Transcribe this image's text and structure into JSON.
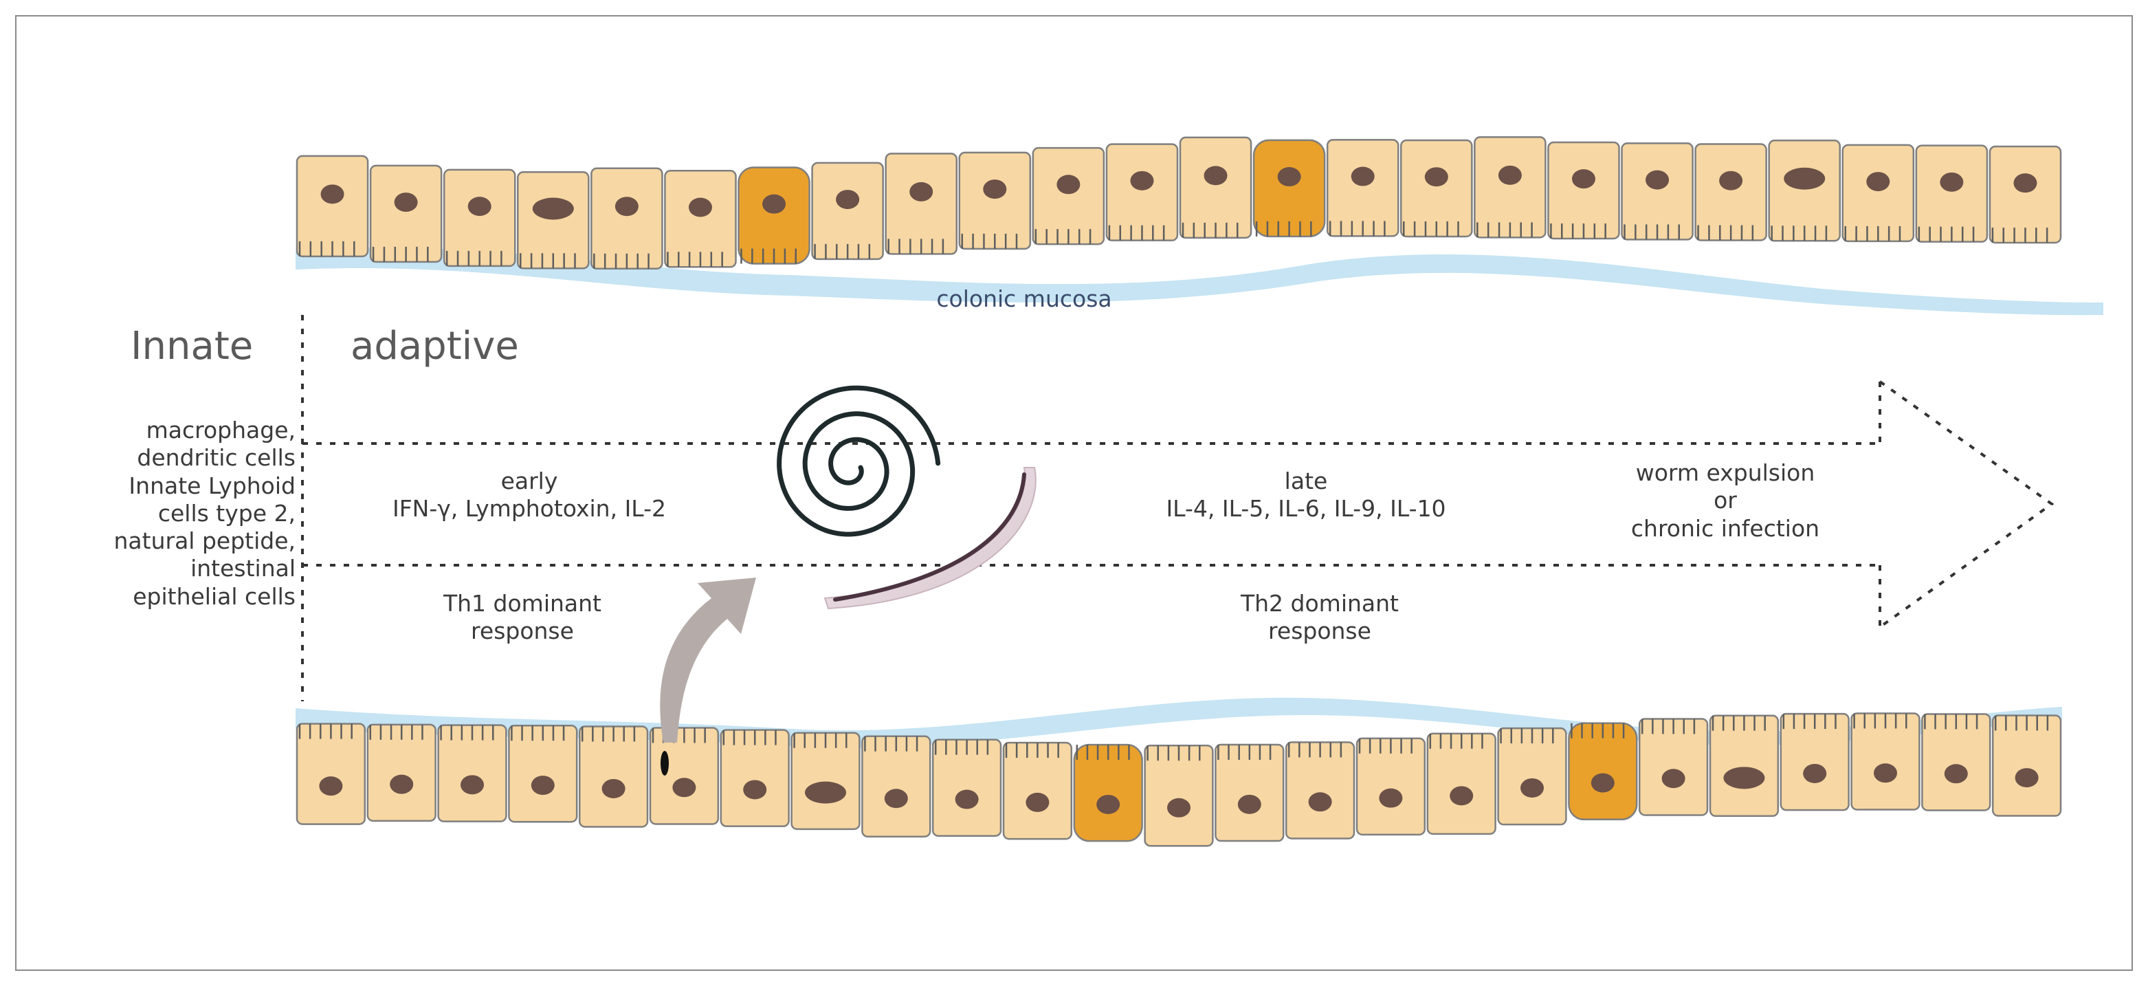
{
  "labels": {
    "innate": "Innate",
    "adaptive": "adaptive",
    "colonic_mucosa": "colonic mucosa",
    "innate_cells": [
      "macrophage,",
      "dendritic cells",
      "Innate Lyphoid",
      "cells type 2,",
      "natural peptide,",
      "intestinal",
      "epithelial cells"
    ],
    "early_title": "early",
    "early_cytokines": "IFN-γ, Lymphotoxin, IL-2",
    "late_title": "late",
    "late_cytokines": "IL-4, IL-5, IL-6, IL-9, IL-10",
    "outcome": [
      "worm expulsion",
      "or",
      "chronic infection"
    ],
    "th1": [
      "Th1 dominant",
      "response"
    ],
    "th2": [
      "Th2 dominant",
      "response"
    ]
  },
  "colors": {
    "epithelial_cell": "#f7d7a3",
    "goblet_cell": "#e9a12c",
    "nucleus": "#6b5148",
    "mucus_layer": "#c6e4f3",
    "cell_outline": "#7f7f7f",
    "arrow": "#b5aca9",
    "worm": "#1e2a2c"
  },
  "icons": [
    "whipworm-icon",
    "invasion-arrow-icon"
  ]
}
